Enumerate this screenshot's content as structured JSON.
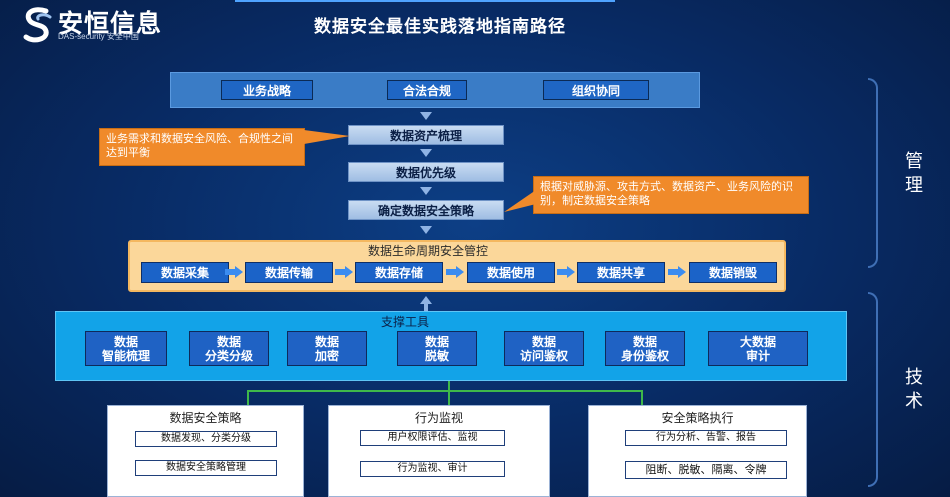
{
  "header": {
    "logo_text": "安恒信息",
    "logo_sub": "DAS-security 安全中国",
    "title": "数据安全最佳实践落地指南路径"
  },
  "management": {
    "items": [
      "业务战略",
      "合法合规",
      "组织协同"
    ],
    "steps": [
      "数据资产梳理",
      "数据优先级",
      "确定数据安全策略"
    ],
    "callout_left": "业务需求和数据安全风险、合规性之间达到平衡",
    "callout_right": "根据对威胁源、攻击方式、数据资产、业务风险的识别，制定数据安全策略"
  },
  "lifecycle": {
    "title": "数据生命周期安全管控",
    "items": [
      "数据采集",
      "数据传输",
      "数据存储",
      "数据使用",
      "数据共享",
      "数据销毁"
    ]
  },
  "tools": {
    "title": "支撑工具",
    "items": [
      {
        "line1": "数据",
        "line2": "智能梳理"
      },
      {
        "line1": "数据",
        "line2": "分类分级"
      },
      {
        "line1": "数据",
        "line2": "加密"
      },
      {
        "line1": "数据",
        "line2": "脱敏"
      },
      {
        "line1": "数据",
        "line2": "访问鉴权"
      },
      {
        "line1": "数据",
        "line2": "身份鉴权"
      },
      {
        "line1": "大数据",
        "line2": "审计"
      }
    ]
  },
  "bottom": [
    {
      "title": "数据安全策略",
      "items": [
        "数据发现、分类分级",
        "数据安全策略管理"
      ]
    },
    {
      "title": "行为监视",
      "items": [
        "用户权限评估、监视",
        "行为监视、审计"
      ]
    },
    {
      "title": "安全策略执行",
      "items": [
        "行为分析、告警、报告",
        "阻断、脱敏、隔离、令牌"
      ]
    }
  ],
  "side_labels": {
    "management": "管理",
    "technology": "技术"
  },
  "colors": {
    "callout": "#f08a2a",
    "lifecycle_band": "#fbd79a",
    "tools_band": "#12a3e8",
    "connector": "#3fb84a"
  }
}
